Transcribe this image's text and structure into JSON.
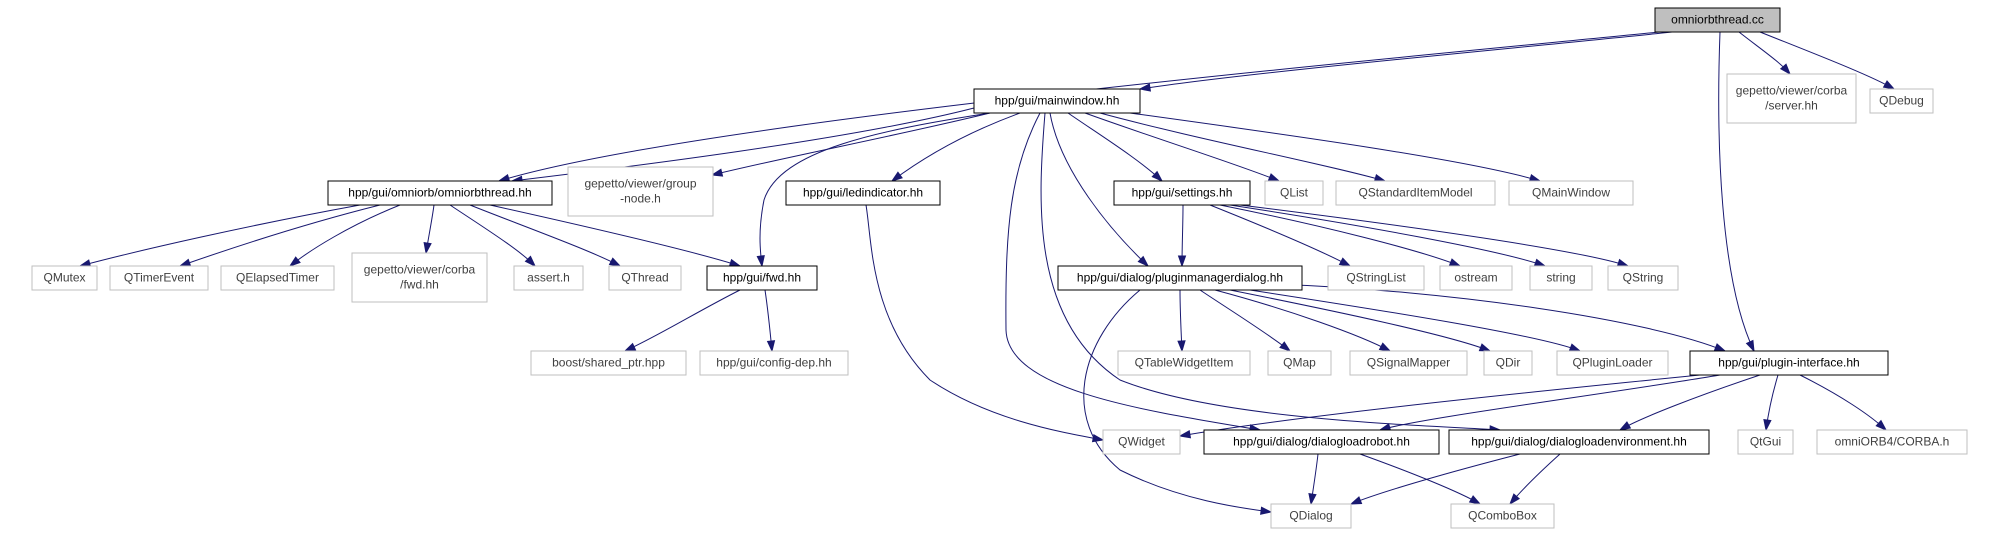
{
  "colors": {
    "edge": "#191970",
    "documented_border": "#000000",
    "undocumented_border": "#bfbfbf",
    "root_fill": "#bfbfbf",
    "undocumented_text": "#404040"
  },
  "nodes": {
    "omniorbthread_cc": {
      "lines": [
        "omniorbthread.cc"
      ],
      "kind": "root"
    },
    "mainwindow_hh": {
      "lines": [
        "hpp/gui/mainwindow.hh"
      ],
      "kind": "documented"
    },
    "corba_server_hh": {
      "lines": [
        "gepetto/viewer/corba",
        "/server.hh"
      ],
      "kind": "external"
    },
    "qdebug": {
      "lines": [
        "QDebug"
      ],
      "kind": "external"
    },
    "omniorbthread_hh": {
      "lines": [
        "hpp/gui/omniorb/omniorbthread.hh"
      ],
      "kind": "documented"
    },
    "group_node_h": {
      "lines": [
        "gepetto/viewer/group",
        "-node.h"
      ],
      "kind": "external"
    },
    "ledindicator_hh": {
      "lines": [
        "hpp/gui/ledindicator.hh"
      ],
      "kind": "documented"
    },
    "settings_hh": {
      "lines": [
        "hpp/gui/settings.hh"
      ],
      "kind": "documented"
    },
    "qlist": {
      "lines": [
        "QList"
      ],
      "kind": "external"
    },
    "qstandarditemmodel": {
      "lines": [
        "QStandardItemModel"
      ],
      "kind": "external"
    },
    "qmainwindow": {
      "lines": [
        "QMainWindow"
      ],
      "kind": "external"
    },
    "qmutex": {
      "lines": [
        "QMutex"
      ],
      "kind": "external"
    },
    "qtimerevent": {
      "lines": [
        "QTimerEvent"
      ],
      "kind": "external"
    },
    "qelapsedtimer": {
      "lines": [
        "QElapsedTimer"
      ],
      "kind": "external"
    },
    "corba_fwd_hh": {
      "lines": [
        "gepetto/viewer/corba",
        "/fwd.hh"
      ],
      "kind": "external"
    },
    "assert_h": {
      "lines": [
        "assert.h"
      ],
      "kind": "external"
    },
    "qthread": {
      "lines": [
        "QThread"
      ],
      "kind": "external"
    },
    "fwd_hh": {
      "lines": [
        "hpp/gui/fwd.hh"
      ],
      "kind": "documented"
    },
    "pluginmanagerdialog_hh": {
      "lines": [
        "hpp/gui/dialog/pluginmanagerdialog.hh"
      ],
      "kind": "documented"
    },
    "qstringlist": {
      "lines": [
        "QStringList"
      ],
      "kind": "external"
    },
    "ostream": {
      "lines": [
        "ostream"
      ],
      "kind": "external"
    },
    "string": {
      "lines": [
        "string"
      ],
      "kind": "external"
    },
    "qstring": {
      "lines": [
        "QString"
      ],
      "kind": "external"
    },
    "shared_ptr_hpp": {
      "lines": [
        "boost/shared_ptr.hpp"
      ],
      "kind": "external"
    },
    "config_dep_hh": {
      "lines": [
        "hpp/gui/config-dep.hh"
      ],
      "kind": "external"
    },
    "qtablewidgetitem": {
      "lines": [
        "QTableWidgetItem"
      ],
      "kind": "external"
    },
    "qmap": {
      "lines": [
        "QMap"
      ],
      "kind": "external"
    },
    "qsignalmapper": {
      "lines": [
        "QSignalMapper"
      ],
      "kind": "external"
    },
    "qdir": {
      "lines": [
        "QDir"
      ],
      "kind": "external"
    },
    "qpluginloader": {
      "lines": [
        "QPluginLoader"
      ],
      "kind": "external"
    },
    "plugin_interface_hh": {
      "lines": [
        "hpp/gui/plugin-interface.hh"
      ],
      "kind": "documented"
    },
    "qwidget": {
      "lines": [
        "QWidget"
      ],
      "kind": "external"
    },
    "dialogloadrobot_hh": {
      "lines": [
        "hpp/gui/dialog/dialogloadrobot.hh"
      ],
      "kind": "documented"
    },
    "dialogloadenvironment_hh": {
      "lines": [
        "hpp/gui/dialog/dialogloadenvironment.hh"
      ],
      "kind": "documented"
    },
    "qtgui": {
      "lines": [
        "QtGui"
      ],
      "kind": "external"
    },
    "corba_h": {
      "lines": [
        "omniORB4/CORBA.h"
      ],
      "kind": "external"
    },
    "qdialog": {
      "lines": [
        "QDialog"
      ],
      "kind": "external"
    },
    "qcombobox": {
      "lines": [
        "QComboBox"
      ],
      "kind": "external"
    }
  },
  "edges": [
    {
      "from": "omniorbthread_cc",
      "to": "mainwindow_hh"
    },
    {
      "from": "omniorbthread_cc",
      "to": "omniorbthread_hh"
    },
    {
      "from": "omniorbthread_cc",
      "to": "corba_server_hh"
    },
    {
      "from": "omniorbthread_cc",
      "to": "qdebug"
    },
    {
      "from": "omniorbthread_cc",
      "to": "plugin_interface_hh"
    },
    {
      "from": "mainwindow_hh",
      "to": "omniorbthread_hh"
    },
    {
      "from": "mainwindow_hh",
      "to": "group_node_h"
    },
    {
      "from": "mainwindow_hh",
      "to": "fwd_hh"
    },
    {
      "from": "mainwindow_hh",
      "to": "ledindicator_hh"
    },
    {
      "from": "mainwindow_hh",
      "to": "dialogloadrobot_hh"
    },
    {
      "from": "mainwindow_hh",
      "to": "dialogloadenvironment_hh"
    },
    {
      "from": "mainwindow_hh",
      "to": "pluginmanagerdialog_hh"
    },
    {
      "from": "mainwindow_hh",
      "to": "settings_hh"
    },
    {
      "from": "mainwindow_hh",
      "to": "qlist"
    },
    {
      "from": "mainwindow_hh",
      "to": "qstandarditemmodel"
    },
    {
      "from": "mainwindow_hh",
      "to": "qmainwindow"
    },
    {
      "from": "omniorbthread_hh",
      "to": "qmutex"
    },
    {
      "from": "omniorbthread_hh",
      "to": "qtimerevent"
    },
    {
      "from": "omniorbthread_hh",
      "to": "qelapsedtimer"
    },
    {
      "from": "omniorbthread_hh",
      "to": "corba_fwd_hh"
    },
    {
      "from": "omniorbthread_hh",
      "to": "assert_h"
    },
    {
      "from": "omniorbthread_hh",
      "to": "qthread"
    },
    {
      "from": "omniorbthread_hh",
      "to": "fwd_hh"
    },
    {
      "from": "ledindicator_hh",
      "to": "qwidget"
    },
    {
      "from": "settings_hh",
      "to": "pluginmanagerdialog_hh"
    },
    {
      "from": "settings_hh",
      "to": "qstringlist"
    },
    {
      "from": "settings_hh",
      "to": "ostream"
    },
    {
      "from": "settings_hh",
      "to": "string"
    },
    {
      "from": "settings_hh",
      "to": "qstring"
    },
    {
      "from": "fwd_hh",
      "to": "shared_ptr_hpp"
    },
    {
      "from": "fwd_hh",
      "to": "config_dep_hh"
    },
    {
      "from": "pluginmanagerdialog_hh",
      "to": "qtablewidgetitem"
    },
    {
      "from": "pluginmanagerdialog_hh",
      "to": "qmap"
    },
    {
      "from": "pluginmanagerdialog_hh",
      "to": "qsignalmapper"
    },
    {
      "from": "pluginmanagerdialog_hh",
      "to": "qdir"
    },
    {
      "from": "pluginmanagerdialog_hh",
      "to": "qpluginloader"
    },
    {
      "from": "pluginmanagerdialog_hh",
      "to": "plugin_interface_hh"
    },
    {
      "from": "pluginmanagerdialog_hh",
      "to": "qdialog"
    },
    {
      "from": "plugin_interface_hh",
      "to": "qwidget"
    },
    {
      "from": "plugin_interface_hh",
      "to": "dialogloadrobot_hh"
    },
    {
      "from": "plugin_interface_hh",
      "to": "dialogloadenvironment_hh"
    },
    {
      "from": "plugin_interface_hh",
      "to": "qtgui"
    },
    {
      "from": "plugin_interface_hh",
      "to": "corba_h"
    },
    {
      "from": "dialogloadrobot_hh",
      "to": "qdialog"
    },
    {
      "from": "dialogloadrobot_hh",
      "to": "qcombobox"
    },
    {
      "from": "dialogloadenvironment_hh",
      "to": "qdialog"
    },
    {
      "from": "dialogloadenvironment_hh",
      "to": "qcombobox"
    }
  ]
}
